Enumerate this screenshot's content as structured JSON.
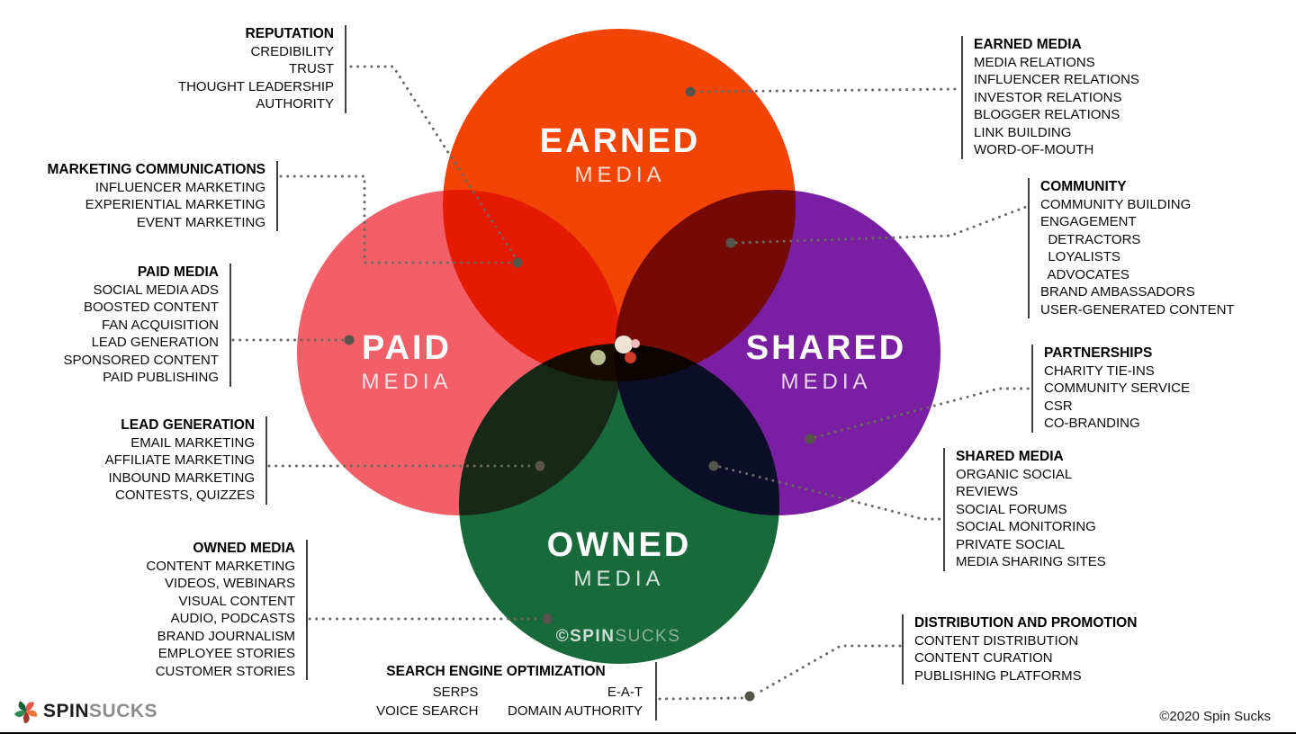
{
  "colors": {
    "earned": "#F24405",
    "paid": "#F25F68",
    "shared": "#7B1FA2",
    "owned": "#186A3B",
    "connector": "#6b6a60",
    "marker_dot": "#56554c",
    "annotation_line": "#3d3d3d"
  },
  "circles": [
    {
      "id": "earned",
      "label": "EARNED",
      "sublabel": "MEDIA"
    },
    {
      "id": "paid",
      "label": "PAID",
      "sublabel": "MEDIA"
    },
    {
      "id": "shared",
      "label": "SHARED",
      "sublabel": "MEDIA"
    },
    {
      "id": "owned",
      "label": "OWNED",
      "sublabel": "MEDIA"
    }
  ],
  "annotations": [
    {
      "id": "reputation",
      "title": "REPUTATION",
      "items": [
        "CREDIBILITY",
        "TRUST",
        "THOUGHT LEADERSHIP",
        "AUTHORITY"
      ]
    },
    {
      "id": "earned-media",
      "title": "EARNED MEDIA",
      "items": [
        "MEDIA RELATIONS",
        "INFLUENCER RELATIONS",
        "INVESTOR RELATIONS",
        "BLOGGER RELATIONS",
        "LINK BUILDING",
        "WORD-OF-MOUTH"
      ]
    },
    {
      "id": "marketing-communications",
      "title": "MARKETING COMMUNICATIONS",
      "items": [
        "INFLUENCER MARKETING",
        "EXPERIENTIAL MARKETING",
        "EVENT MARKETING"
      ]
    },
    {
      "id": "community",
      "title": "COMMUNITY",
      "items": [
        "COMMUNITY BUILDING",
        "ENGAGEMENT",
        "  DETRACTORS",
        "  LOYALISTS",
        "  ADVOCATES",
        "BRAND AMBASSADORS",
        "USER-GENERATED CONTENT"
      ]
    },
    {
      "id": "paid-media",
      "title": "PAID MEDIA",
      "items": [
        "SOCIAL MEDIA ADS",
        "BOOSTED CONTENT",
        "FAN ACQUISITION",
        "LEAD GENERATION",
        "SPONSORED CONTENT",
        "PAID PUBLISHING"
      ]
    },
    {
      "id": "partnerships",
      "title": "PARTNERSHIPS",
      "items": [
        "CHARITY TIE-INS",
        "COMMUNITY SERVICE",
        "CSR",
        "CO-BRANDING"
      ]
    },
    {
      "id": "lead-generation",
      "title": "LEAD GENERATION",
      "items": [
        "EMAIL MARKETING",
        "AFFILIATE MARKETING",
        "INBOUND MARKETING",
        "CONTESTS, QUIZZES"
      ]
    },
    {
      "id": "shared-media",
      "title": "SHARED MEDIA",
      "items": [
        "ORGANIC SOCIAL",
        "REVIEWS",
        "SOCIAL FORUMS",
        "SOCIAL MONITORING",
        "PRIVATE SOCIAL",
        "MEDIA SHARING SITES"
      ]
    },
    {
      "id": "owned-media",
      "title": "OWNED MEDIA",
      "items": [
        "CONTENT MARKETING",
        "VIDEOS, WEBINARS",
        "VISUAL CONTENT",
        "AUDIO, PODCASTS",
        "BRAND JOURNALISM",
        "EMPLOYEE STORIES",
        "CUSTOMER STORIES"
      ]
    },
    {
      "id": "distribution-and-promotion",
      "title": "DISTRIBUTION AND PROMOTION",
      "items": [
        "CONTENT DISTRIBUTION",
        "CONTENT CURATION",
        "PUBLISHING PLATFORMS"
      ]
    },
    {
      "id": "search-engine-optimization",
      "title": "SEARCH ENGINE OPTIMIZATION",
      "items_left": [
        "SERPS",
        "VOICE SEARCH"
      ],
      "items_right": [
        "E-A-T",
        "DOMAIN AUTHORITY"
      ]
    }
  ],
  "watermark": {
    "bold": "©SPIN",
    "light": "SUCKS"
  },
  "footer": {
    "logo_primary": "SPIN",
    "logo_secondary": "SUCKS",
    "copyright": "©2020 Spin Sucks"
  }
}
